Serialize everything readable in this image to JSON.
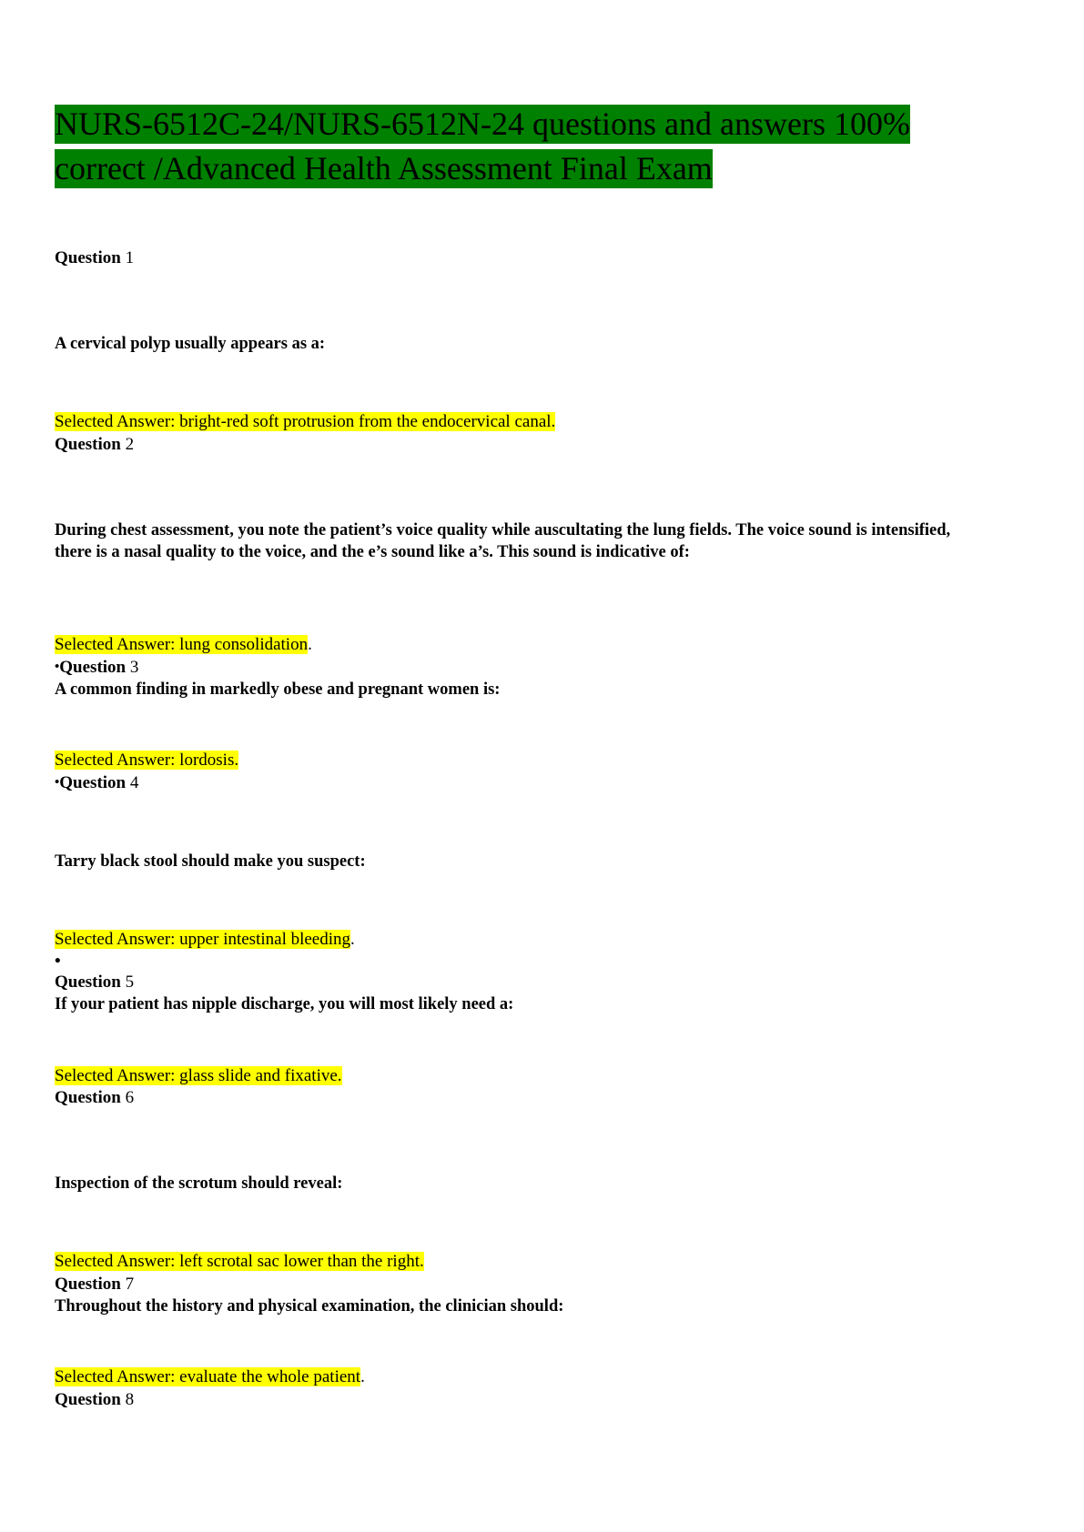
{
  "document": {
    "title_line_1": "NURS-6512C-24/NURS-6512N-24 questions and answers 100%",
    "title_line_2": "correct /Advanced Health Assessment Final Exam",
    "title_highlight_color": "#008000",
    "answer_highlight_color": "#ffff00",
    "page_background": "#ffffff",
    "text_color": "#000000",
    "answer_prefix": "Selected Answer:",
    "bullet_glyph": "•"
  },
  "questions": [
    {
      "heading_label": "Question",
      "heading_number": "1",
      "bullet_prefix": "",
      "body": "A cervical polyp usually appears as a:",
      "answer_highlighted": "Selected Answer: bright-red soft protrusion from the endocervical canal.",
      "answer_tail": ""
    },
    {
      "heading_label": "Question",
      "heading_number": "2",
      "bullet_prefix": "",
      "body": "During chest assessment, you note the patient’s voice quality while auscultating the lung fields. The voice sound is intensified, there is a nasal quality to the voice, and the e’s sound like a’s. This sound is indicative of:",
      "answer_highlighted": "Selected Answer: lung consolidation",
      "answer_tail": "."
    },
    {
      "heading_label": "Question",
      "heading_number": "3",
      "bullet_prefix": "•",
      "body": "A common finding in markedly obese and pregnant women is:",
      "answer_highlighted": "Selected Answer: lordosis.",
      "answer_tail": ""
    },
    {
      "heading_label": "Question",
      "heading_number": "4",
      "bullet_prefix": "•",
      "body": "Tarry black stool should make you suspect:",
      "answer_highlighted": "Selected Answer: upper intestinal bleeding",
      "answer_tail": "."
    },
    {
      "heading_label": "Question",
      "heading_number": "5",
      "bullet_prefix": "",
      "body": "If your patient has nipple discharge, you will most likely need a:",
      "answer_highlighted": "Selected Answer: glass slide and fixative.",
      "answer_tail": ""
    },
    {
      "heading_label": "Question",
      "heading_number": "6",
      "bullet_prefix": "",
      "body": "Inspection of the scrotum should reveal:",
      "answer_highlighted": "Selected Answer: left scrotal sac lower than the right.",
      "answer_tail": ""
    },
    {
      "heading_label": "Question",
      "heading_number": "7",
      "bullet_prefix": "",
      "body": "Throughout the history and physical examination, the clinician should:",
      "answer_highlighted": "Selected Answer: evaluate the whole patient",
      "answer_tail": "."
    },
    {
      "heading_label": "Question",
      "heading_number": "8",
      "bullet_prefix": "",
      "body": "",
      "answer_highlighted": "",
      "answer_tail": ""
    }
  ],
  "standalone_bullet": "•"
}
